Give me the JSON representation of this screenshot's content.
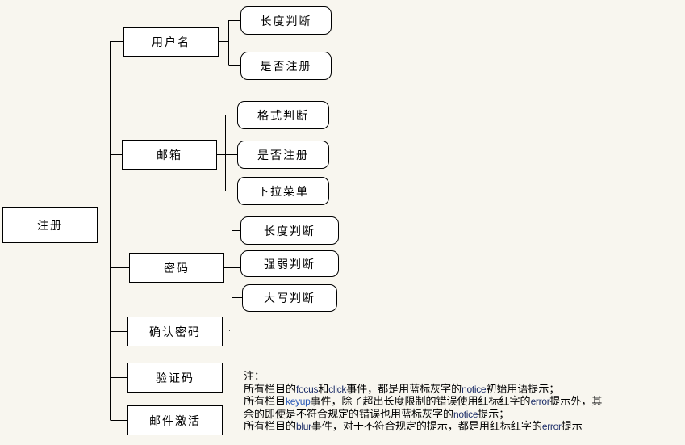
{
  "root": "注册",
  "nodes": {
    "username": {
      "label": "用户名",
      "children": [
        "长度判断",
        "是否注册"
      ]
    },
    "email": {
      "label": "邮箱",
      "children": [
        "格式判断",
        "是否注册",
        "下拉菜单"
      ]
    },
    "password": {
      "label": "密码",
      "children": [
        "长度判断",
        "强弱判断",
        "大写判断"
      ]
    },
    "confirm_password": {
      "label": "确认密码"
    },
    "captcha": {
      "label": "验证码"
    },
    "email_activation": {
      "label": "邮件激活"
    }
  },
  "note": {
    "title": "注：",
    "lines": [
      [
        {
          "t": "所有栏目的"
        },
        {
          "t": "focus",
          "c": "c-navy"
        },
        {
          "t": "和"
        },
        {
          "t": "click",
          "c": "c-navy"
        },
        {
          "t": "事件，都是用蓝标灰字的"
        },
        {
          "t": "notice",
          "c": "c-navy"
        },
        {
          "t": "初始用语提示；"
        }
      ],
      [
        {
          "t": "所有栏目"
        },
        {
          "t": "keyup",
          "c": "c-blue"
        },
        {
          "t": "事件，除了超出长度限制的错误使用红标红字的"
        },
        {
          "t": "error",
          "c": "c-navy"
        },
        {
          "t": "提示外，其"
        }
      ],
      [
        {
          "t": "余的即使是不符合规定的错误也用蓝标灰字的"
        },
        {
          "t": "notice",
          "c": "c-navy"
        },
        {
          "t": "提示；"
        }
      ],
      [
        {
          "t": "所有栏目的"
        },
        {
          "t": "blur",
          "c": "c-navy"
        },
        {
          "t": "事件，对于不符合规定的提示，都是用红标红字的"
        },
        {
          "t": "error",
          "c": "c-navy"
        },
        {
          "t": "提示"
        }
      ]
    ]
  }
}
